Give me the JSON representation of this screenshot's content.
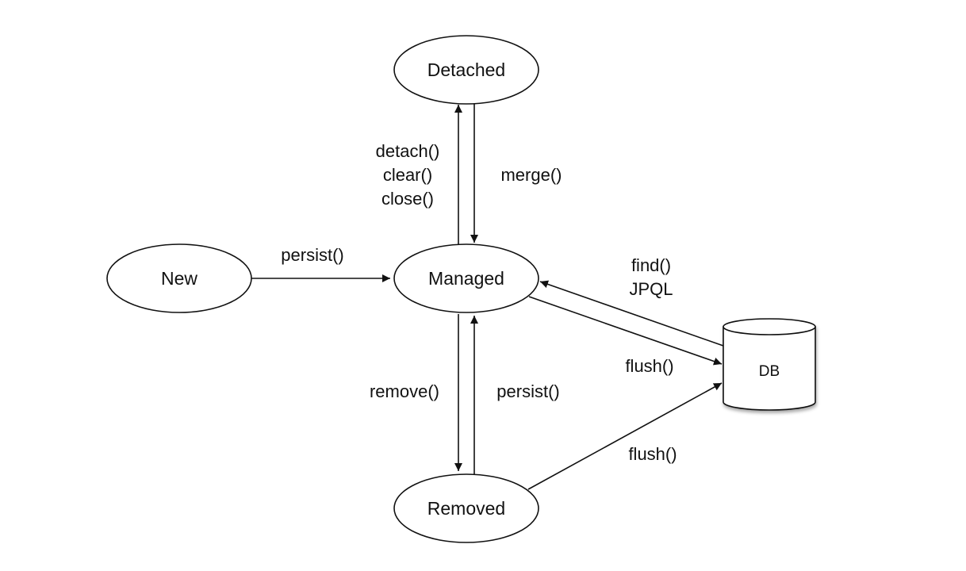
{
  "nodes": {
    "detached": "Detached",
    "new": "New",
    "managed": "Managed",
    "removed": "Removed",
    "db": "DB"
  },
  "edges": {
    "detach": {
      "lines": [
        "detach()",
        "clear()",
        "close()"
      ]
    },
    "merge": {
      "label": "merge()"
    },
    "persist_new": {
      "label": "persist()"
    },
    "find": {
      "lines": [
        "find()",
        "JPQL"
      ]
    },
    "flush_managed": {
      "label": "flush()"
    },
    "remove": {
      "label": "remove()"
    },
    "persist_removed": {
      "label": "persist()"
    },
    "flush_removed": {
      "label": "flush()"
    }
  }
}
